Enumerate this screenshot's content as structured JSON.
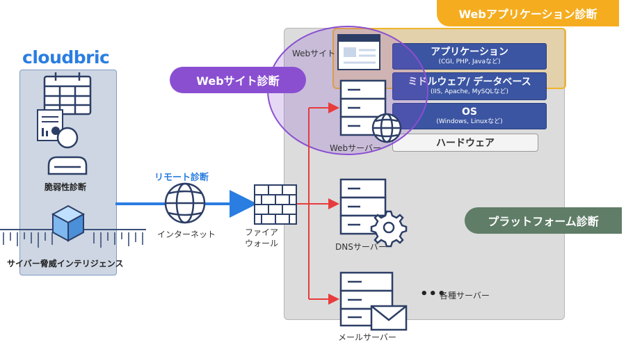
{
  "brand": {
    "logo_text": "cloudbric"
  },
  "labels": {
    "webapp_diagnosis": "Webアプリケーション診断",
    "website_diagnosis": "Webサイト診断",
    "platform_diagnosis": "プラットフォーム診断",
    "remote_diagnosis": "リモート診断",
    "vulnerability_diagnosis": "脆弱性診断",
    "cyber_threat_intel": "サイバー脅威インテリジェンス",
    "internet": "インターネット",
    "firewall_line1": "ファイア",
    "firewall_line2": "ウォール",
    "website": "Webサイト",
    "web_server": "Webサーバー",
    "dns_server": "DNSサーバー",
    "mail_server": "メールサーバー",
    "other_servers": "各種サーバー",
    "ellipsis": "•••"
  },
  "stack_layers": [
    {
      "title": "アプリケーション",
      "sub": "(CGI, PHP, Javaなど)"
    },
    {
      "title": "ミドルウェア/ データベース",
      "sub": "(IIS, Apache, MySQLなど)"
    },
    {
      "title": "OS",
      "sub": "(Windows, Linuxなど)"
    }
  ],
  "hardware": "ハードウェア",
  "colors": {
    "webapp_accent": "#f5ad1f",
    "website_accent": "#8a4fd1",
    "platform_accent": "#5f7d67",
    "brand_blue": "#2a7de1",
    "stack_blue": "#3b55a2",
    "connector_red": "#e83c3c",
    "navy_icon": "#2c3e66"
  },
  "icons": [
    "calendar-icon",
    "report-icon",
    "user-icon",
    "cube-icon",
    "globe-icon",
    "firewall-icon",
    "server-icon",
    "gear-icon",
    "mail-icon",
    "browser-window-icon"
  ]
}
